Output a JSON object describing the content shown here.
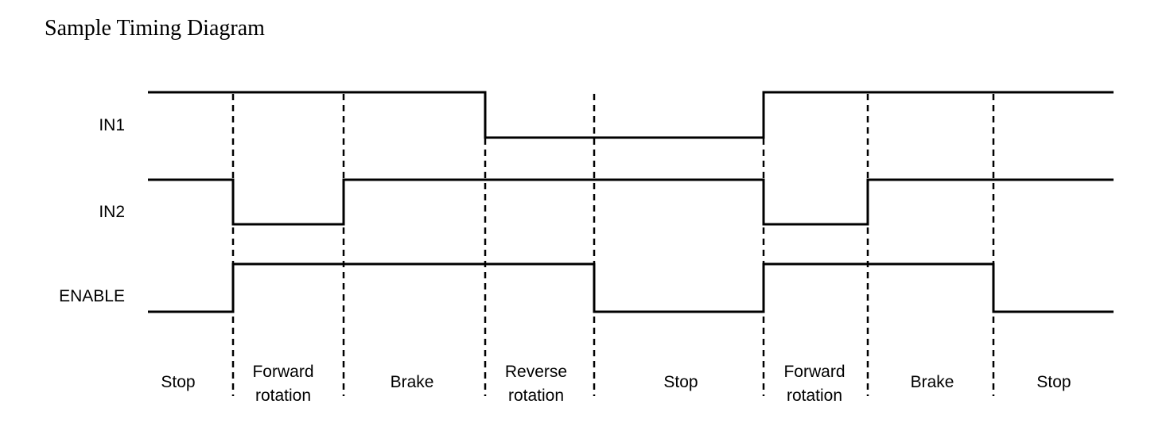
{
  "title": "Sample Timing Diagram",
  "signals": [
    {
      "name": "IN1",
      "states": [
        1,
        1,
        1,
        0,
        0,
        1,
        1,
        1
      ]
    },
    {
      "name": "IN2",
      "states": [
        1,
        0,
        1,
        1,
        1,
        0,
        1,
        1
      ]
    },
    {
      "name": "ENABLE",
      "states": [
        0,
        1,
        1,
        1,
        0,
        1,
        1,
        0
      ]
    }
  ],
  "phases": [
    {
      "line1": "Stop",
      "line2": ""
    },
    {
      "line1": "Forward",
      "line2": "rotation"
    },
    {
      "line1": "Brake",
      "line2": ""
    },
    {
      "line1": "Reverse",
      "line2": "rotation"
    },
    {
      "line1": "Stop",
      "line2": ""
    },
    {
      "line1": "Forward",
      "line2": "rotation"
    },
    {
      "line1": "Brake",
      "line2": ""
    },
    {
      "line1": "Stop",
      "line2": ""
    }
  ],
  "colors": {
    "line": "#000000",
    "background": "#ffffff"
  }
}
